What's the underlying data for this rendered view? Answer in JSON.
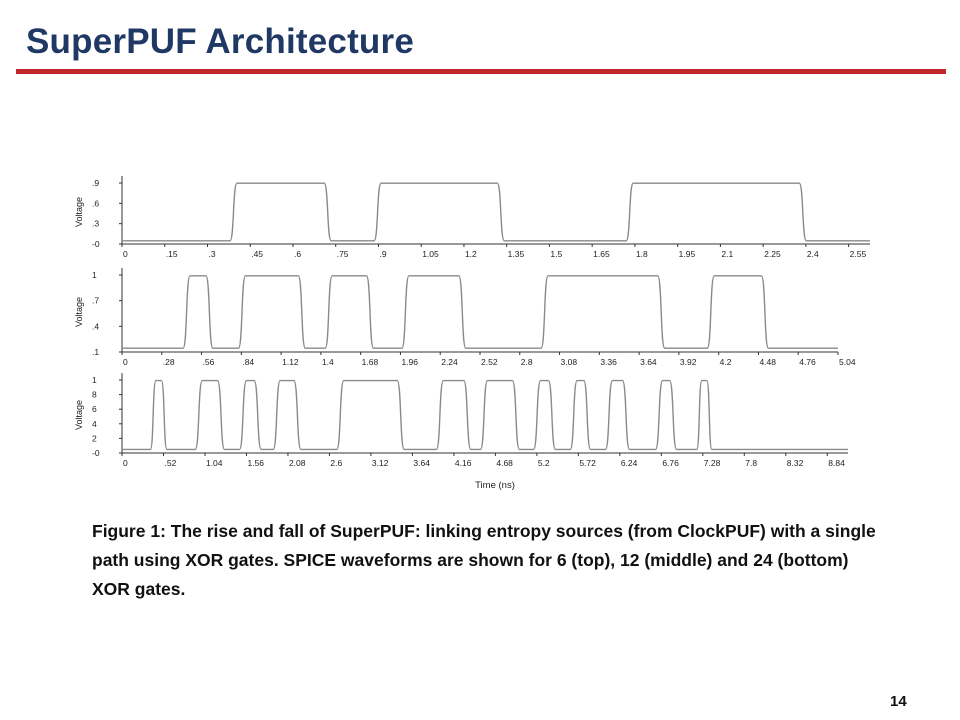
{
  "slide": {
    "title": "SuperPUF Architecture",
    "caption": "Figure 1: The rise and fall of SuperPUF: linking entropy sources (from ClockPUF) with a single path using XOR gates. SPICE waveforms are shown for 6 (top), 12 (middle) and 24 (bottom) XOR gates.",
    "page_number": "14"
  },
  "colors": {
    "title": "#1F3864",
    "rule": "#C0272D",
    "axis": "#333333",
    "trace": "#8a8a8a"
  },
  "chart_data": [
    {
      "type": "line",
      "ylabel": "Voltage",
      "y_ticks": [
        ".9",
        ".6",
        ".3",
        "-0"
      ],
      "x_ticks": [
        "0",
        ".15",
        ".3",
        ".45",
        ".6",
        ".75",
        ".9",
        "1.05",
        "1.2",
        "1.35",
        "1.5",
        "1.65",
        "1.8",
        "1.95",
        "2.1",
        "2.25",
        "2.4",
        "2.55"
      ],
      "xlim": [
        0,
        2.7
      ],
      "ylim": [
        -0.05,
        0.95
      ],
      "high": 0.9,
      "pulses": [
        [
          0.39,
          0.755
        ],
        [
          0.91,
          1.38
        ],
        [
          1.82,
          2.47
        ]
      ]
    },
    {
      "type": "line",
      "ylabel": "Voltage",
      "y_ticks": [
        "1",
        ".7",
        ".4",
        ".1"
      ],
      "x_ticks": [
        "0",
        ".28",
        ".56",
        ".84",
        "1.12",
        "1.4",
        "1.68",
        "1.96",
        "2.24",
        "2.52",
        "2.8",
        "3.08",
        "3.36",
        "3.64",
        "3.92",
        "4.2",
        "4.48",
        "4.76",
        "5.04"
      ],
      "xlim": [
        0,
        5.04
      ],
      "ylim": [
        -0.05,
        1.0
      ],
      "high": 0.95,
      "pulses": [
        [
          0.43,
          0.64
        ],
        [
          0.82,
          1.29
        ],
        [
          1.43,
          1.77
        ],
        [
          1.97,
          2.42
        ],
        [
          2.95,
          3.82
        ],
        [
          4.12,
          4.55
        ]
      ]
    },
    {
      "type": "line",
      "ylabel": "Voltage",
      "y_ticks": [
        "1",
        "8",
        "6",
        "4",
        "2",
        "-0"
      ],
      "x_ticks": [
        "0",
        ".52",
        "1.04",
        "1.56",
        "2.08",
        "2.6",
        "3.12",
        "3.64",
        "4.16",
        "4.68",
        "5.2",
        "5.72",
        "6.24",
        "6.76",
        "7.28",
        "7.8",
        "8.32",
        "8.84"
      ],
      "xlabel": "Time (ns)",
      "xlim": [
        0,
        9.7
      ],
      "ylim": [
        -0.05,
        1.0
      ],
      "high": 0.95,
      "pulses": [
        [
          0.38,
          0.6
        ],
        [
          0.98,
          1.37
        ],
        [
          1.57,
          1.86
        ],
        [
          2.02,
          2.39
        ],
        [
          2.87,
          3.77
        ],
        [
          4.2,
          4.66
        ],
        [
          4.79,
          5.31
        ],
        [
          5.5,
          5.79
        ],
        [
          5.99,
          6.26
        ],
        [
          6.46,
          6.78
        ],
        [
          7.13,
          7.41
        ],
        [
          7.68,
          7.88
        ]
      ]
    }
  ]
}
